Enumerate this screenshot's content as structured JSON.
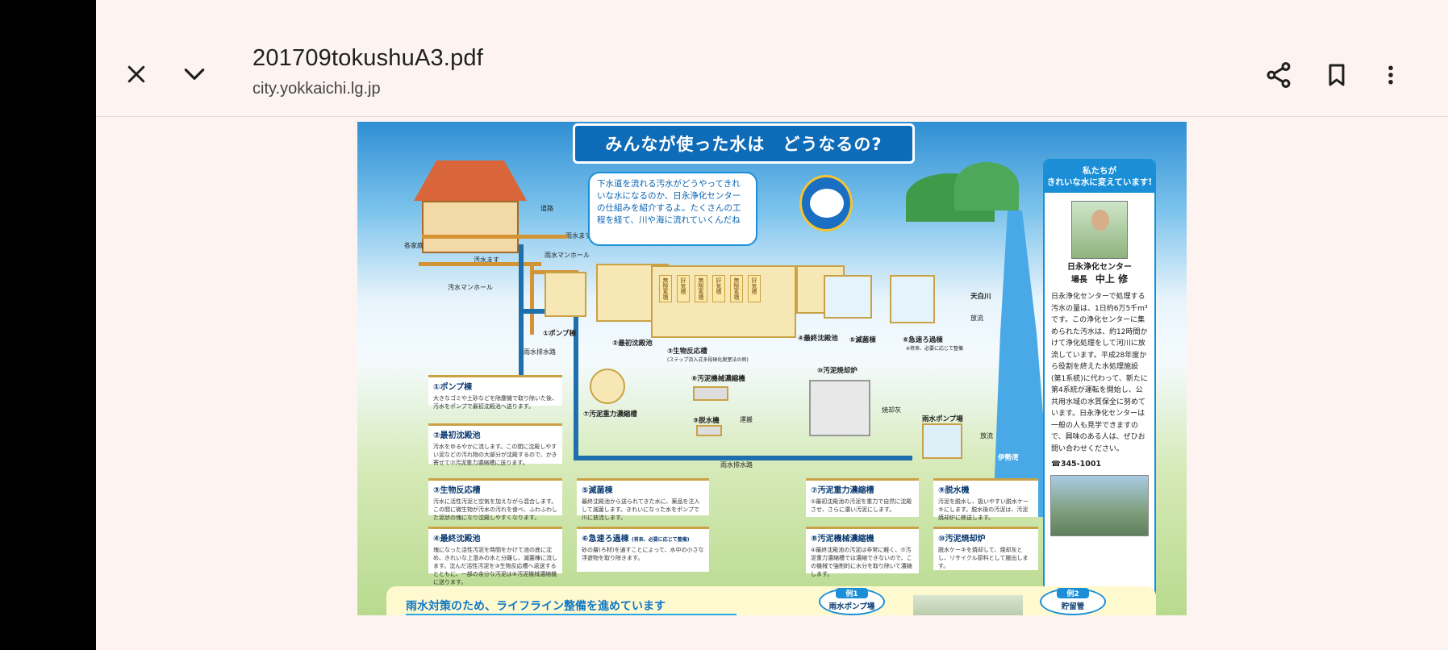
{
  "toolbar": {
    "file_name": "201709tokushuA3.pdf",
    "domain": "city.yokkaichi.lg.jp",
    "icons": [
      "close-icon",
      "chevron-down-icon",
      "share-icon",
      "bookmark-icon",
      "more-vert-icon"
    ]
  },
  "colors": {
    "accent_blue": "#1a8fd8",
    "banner_blue": "#0d6bb8",
    "viewer_bg": "#fdf3f1"
  },
  "document": {
    "banner_title": "みんなが使った水は　どうなるの?",
    "speech": "下水道を流れる汚水がどうやってきれいな水になるのか、日永浄化センターの仕組みを紹介するよ。たくさんの工程を経て、川や海に流れていくんだね",
    "labels": {
      "road": "道路",
      "house_pipe": "各家庭",
      "sewage_tank": "汚水ます",
      "rain_tank": "雨水ます",
      "sewer_manhole": "汚水マンホール",
      "rain_manhole": "雨水マンホール",
      "rain_drain": "雨水排水路",
      "rain_drain2": "雨水排水路",
      "pump": "①ポンプ棟",
      "first_settle": "②最初沈殿池",
      "bio": "③生物反応槽",
      "bio_sub": "(ステップ流入式多段硝化脱窒法の例)",
      "final_settle": "④最終沈殿池",
      "disinfect": "⑤滅菌棟",
      "rapid_filter": "⑥急速ろ過棟",
      "rapid_filter_sub": "※将来、必要に応じて整備",
      "gravity": "⑦汚泥重力濃縮槽",
      "mech": "⑧汚泥機械濃縮機",
      "dewater": "⑨脱水機",
      "incinerator": "⑩汚泥焼却炉",
      "carry": "運搬",
      "ash": "焼却灰",
      "river": "天白川",
      "discharge": "放流",
      "rain_pump": "雨水ポンプ場",
      "discharge2": "放流",
      "bay": "伊勢湾",
      "tank_labels": [
        "無酸素槽",
        "好気槽",
        "無酸素槽",
        "好気槽",
        "無酸素槽",
        "好気槽"
      ]
    },
    "info_boxes": [
      {
        "title": "①ポンプ棟",
        "text": "大きなゴミや土砂などを除塵機で取り除いた後、汚水をポンプで最初沈殿池へ送ります。"
      },
      {
        "title": "②最初沈殿池",
        "text": "汚水をゆるやかに流します。この間に沈殿しやすい泥などの汚れ物の大部分が沈殿するので、かき寄せて⑦汚泥重力濃縮槽に送ります。"
      },
      {
        "title": "③生物反応槽",
        "text": "汚水に活性汚泥と空気を加えながら混合します。この間に微生物が汚水の汚れを食べ、ふわふわした泥状の塊になり沈殿しやすくなります。"
      },
      {
        "title": "④最終沈殿池",
        "text": "塊になった活性汚泥を時間をかけて池の底に沈め、きれいな上澄みの水と分離し、滅菌棟に流します。沈んだ活性汚泥を③生物反応槽へ返送するとともに、一部の余分な汚泥は⑧汚泥機械濃縮機に送ります。"
      },
      {
        "title": "⑤滅菌棟",
        "text": "最終沈殿池から送られてきた水に、薬品を注入して滅菌します。きれいになった水をポンプで川に放流します。"
      },
      {
        "title": "⑥急速ろ過棟",
        "title_sub": "(将来、必要に応じて整備)",
        "text": "砂の層(ろ材)を通すことによって、水中の小さな浮遊物を取り除きます。"
      },
      {
        "title": "⑦汚泥重力濃縮槽",
        "text": "①最初沈殿池の汚泥を重力で自然に沈殿させ、さらに濃い汚泥にします。"
      },
      {
        "title": "⑧汚泥機械濃縮機",
        "text": "④最終沈殿池の汚泥は非常に軽く、⑦汚泥重力濃縮槽では濃縮できないので、この機械で強制的に水分を取り除いて濃縮します。"
      },
      {
        "title": "⑨脱水機",
        "text": "汚泥を脱水し、扱いやすい脱水ケーキにします。脱水後の汚泥は、汚泥焼却炉に移送します。"
      },
      {
        "title": "⑩汚泥焼却炉",
        "text": "脱水ケーキを焼却して、焼却灰とし、リサイクル原料として搬出します。"
      }
    ],
    "sidebar": {
      "heading_line1": "私たちが",
      "heading_line2": "きれいな水に変えています!",
      "org": "日永浄化センター",
      "role": "場長",
      "name": "中上 修",
      "body": "日永浄化センターで処理する汚水の量は、1日約6万5千m³です。この浄化センターに集められた汚水は、約12時間かけて浄化処理をして河川に放流しています。平成28年度から役割を終えた水処理施設(第1系統)に代わって、新たに第4系統が運転を開始し、公共用水域の水質保全に努めています。日永浄化センターは一般の人も見学できますので、興味のある人は、ぜひお問い合わせください。",
      "phone": "☎345-1001"
    },
    "bottom": {
      "title": "雨水対策のため、ライフライン整備を進めています",
      "ex1_tag": "例1",
      "ex1_name": "雨水ポンプ場",
      "ex2_tag": "例2",
      "ex2_name": "貯留管"
    }
  }
}
